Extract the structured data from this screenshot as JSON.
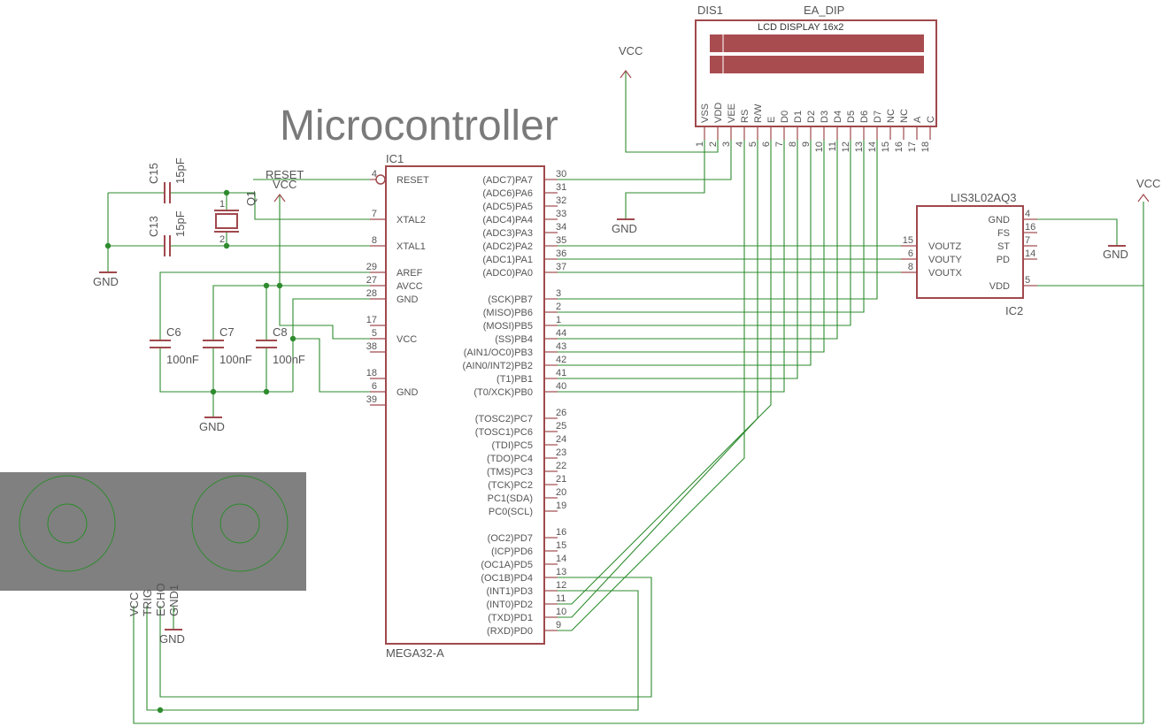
{
  "title": "Microcontroller",
  "supply_labels": {
    "vcc": "VCC",
    "gnd": "GND",
    "reset": "RESET"
  },
  "ic1": {
    "name": "IC1",
    "value": "MEGA32-A",
    "left_pins": [
      {
        "num": "4",
        "label": "RESET"
      },
      {
        "num": "7",
        "label": "XTAL2"
      },
      {
        "num": "8",
        "label": "XTAL1"
      },
      {
        "num": "29",
        "label": "AREF"
      },
      {
        "num": "27",
        "label": "AVCC"
      },
      {
        "num": "28",
        "label": "GND"
      },
      {
        "num": "17",
        "label": ""
      },
      {
        "num": "5",
        "label": "VCC"
      },
      {
        "num": "38",
        "label": ""
      },
      {
        "num": "18",
        "label": ""
      },
      {
        "num": "6",
        "label": "GND"
      },
      {
        "num": "39",
        "label": ""
      }
    ],
    "right_pins": [
      {
        "num": "30",
        "label": "(ADC7)PA7"
      },
      {
        "num": "31",
        "label": "(ADC6)PA6"
      },
      {
        "num": "32",
        "label": "(ADC5)PA5"
      },
      {
        "num": "33",
        "label": "(ADC4)PA4"
      },
      {
        "num": "34",
        "label": "(ADC3)PA3"
      },
      {
        "num": "35",
        "label": "(ADC2)PA2"
      },
      {
        "num": "36",
        "label": "(ADC1)PA1"
      },
      {
        "num": "37",
        "label": "(ADC0)PA0"
      },
      {
        "num": "3",
        "label": "(SCK)PB7"
      },
      {
        "num": "2",
        "label": "(MISO)PB6"
      },
      {
        "num": "1",
        "label": "(MOSI)PB5"
      },
      {
        "num": "44",
        "label": "(SS)PB4"
      },
      {
        "num": "43",
        "label": "(AIN1/OC0)PB3"
      },
      {
        "num": "42",
        "label": "(AIN0/INT2)PB2"
      },
      {
        "num": "41",
        "label": "(T1)PB1"
      },
      {
        "num": "40",
        "label": "(T0/XCK)PB0"
      },
      {
        "num": "26",
        "label": "(TOSC2)PC7"
      },
      {
        "num": "25",
        "label": "(TOSC1)PC6"
      },
      {
        "num": "24",
        "label": "(TDI)PC5"
      },
      {
        "num": "23",
        "label": "(TDO)PC4"
      },
      {
        "num": "22",
        "label": "(TMS)PC3"
      },
      {
        "num": "21",
        "label": "(TCK)PC2"
      },
      {
        "num": "20",
        "label": "PC1(SDA)"
      },
      {
        "num": "19",
        "label": "PC0(SCL)"
      },
      {
        "num": "16",
        "label": "(OC2)PD7"
      },
      {
        "num": "15",
        "label": "(ICP)PD6"
      },
      {
        "num": "14",
        "label": "(OC1A)PD5"
      },
      {
        "num": "13",
        "label": "(OC1B)PD4"
      },
      {
        "num": "12",
        "label": "(INT1)PD3"
      },
      {
        "num": "11",
        "label": "(INT0)PD2"
      },
      {
        "num": "10",
        "label": "(TXD)PD1"
      },
      {
        "num": "9",
        "label": "(RXD)PD0"
      }
    ]
  },
  "dis1": {
    "name": "DIS1",
    "value": "EA_DIP",
    "screen_label": "LCD DISPLAY 16x2",
    "pins": [
      {
        "num": "1",
        "label": "VSS"
      },
      {
        "num": "2",
        "label": "VDD"
      },
      {
        "num": "3",
        "label": "VEE"
      },
      {
        "num": "4",
        "label": "RS"
      },
      {
        "num": "5",
        "label": "R/W"
      },
      {
        "num": "6",
        "label": "E"
      },
      {
        "num": "7",
        "label": "D0"
      },
      {
        "num": "8",
        "label": "D1"
      },
      {
        "num": "9",
        "label": "D2"
      },
      {
        "num": "10",
        "label": "D3"
      },
      {
        "num": "11",
        "label": "D4"
      },
      {
        "num": "12",
        "label": "D5"
      },
      {
        "num": "13",
        "label": "D6"
      },
      {
        "num": "14",
        "label": "D7"
      },
      {
        "num": "15",
        "label": "NC"
      },
      {
        "num": "16",
        "label": "NC"
      },
      {
        "num": "17",
        "label": "A"
      },
      {
        "num": "18",
        "label": "C"
      }
    ],
    "screen_color": "#a94c50"
  },
  "ic2": {
    "name": "IC2",
    "value": "LIS3L02AQ3",
    "left_pins": [
      {
        "num": "15",
        "label": "VOUTZ"
      },
      {
        "num": "6",
        "label": "VOUTY"
      },
      {
        "num": "8",
        "label": "VOUTX"
      }
    ],
    "right_pins": [
      {
        "num": "4",
        "label": "GND"
      },
      {
        "num": "16",
        "label": "FS"
      },
      {
        "num": "7",
        "label": "ST"
      },
      {
        "num": "14",
        "label": "PD"
      },
      {
        "num": "5",
        "label": "VDD"
      }
    ]
  },
  "crystal": {
    "name": "Q1",
    "pin1": "1",
    "pin2": "2"
  },
  "capacitors": [
    {
      "name": "C15",
      "value": "15pF"
    },
    {
      "name": "C13",
      "value": "15pF"
    },
    {
      "name": "C6",
      "value": "100nF"
    },
    {
      "name": "C7",
      "value": "100nF"
    },
    {
      "name": "C8",
      "value": "100nF"
    }
  ],
  "sensor": {
    "pins": [
      "VCC",
      "TRIG",
      "ECHO",
      "GND1"
    ],
    "body_color": "#808080"
  },
  "colors": {
    "wire": "#2e8b2e",
    "symbol": "#a0494d",
    "text": "#555555"
  }
}
